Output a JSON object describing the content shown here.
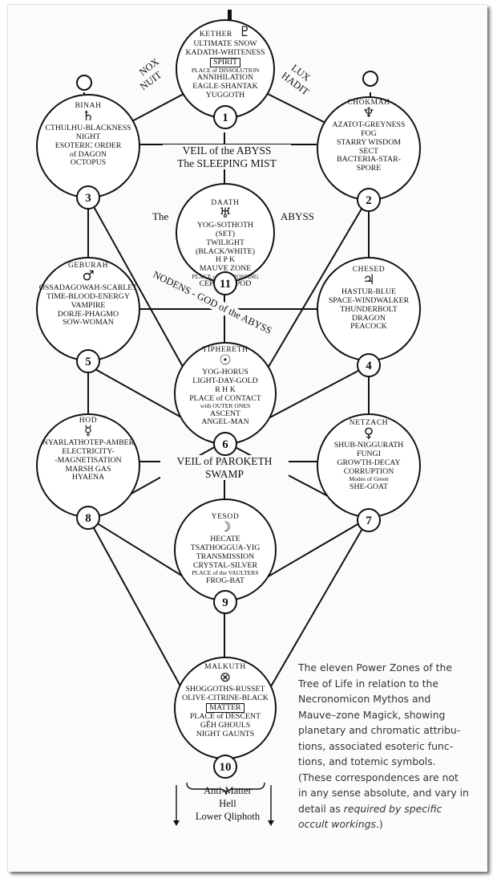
{
  "sephiroth": [
    {
      "id": "kether",
      "number": "1",
      "name": "KETHER",
      "symbol": "♇",
      "lines": [
        "ULTIMATE SNOW",
        "KADATH-WHITENESS",
        "[SPIRIT]",
        "PLACE of DISSOLUTION",
        "ANNIHILATION",
        "EAGLE-SHANTAK",
        "YUGGOTH"
      ]
    },
    {
      "id": "chokmah",
      "number": "2",
      "name": "CHOKMAH",
      "symbol": "♆",
      "lines": [
        "AZATOT-GREYNESS",
        "FOG",
        "STARRY WISDOM",
        "SECT",
        "BACTERIA-STAR-",
        "SPORE"
      ]
    },
    {
      "id": "binah",
      "number": "3",
      "name": "BINAH",
      "symbol": "♄",
      "lines": [
        "CTHULHU-BLACKNESS",
        "NIGHT",
        "ESOTERIC ORDER",
        "of DAGON",
        "OCTOPUS"
      ]
    },
    {
      "id": "chesed",
      "number": "4",
      "name": "CHESED",
      "symbol": "♃",
      "lines": [
        "HASTUR-BLUE",
        "SPACE-WINDWALKER",
        "THUNDERBOLT",
        "DRAGON",
        "PEACOCK"
      ]
    },
    {
      "id": "geburah",
      "number": "5",
      "name": "GEBURAH",
      "symbol": "♂",
      "lines": [
        "OSSADAGOWAH-SCARLET",
        "TIME-BLOOD-ENERGY",
        "VAMPIRE",
        "DORJE-PHAGMO",
        "SOW-WOMAN"
      ]
    },
    {
      "id": "tiphereth",
      "number": "6",
      "name": "TIPHERETH",
      "symbol": "☉",
      "lines": [
        "YOG-HORUS",
        "LIGHT-DAY-GOLD",
        "R    H    K",
        "PLACE of CONTACT",
        "with OUTER ONES",
        "ASCENT",
        "ANGEL-MAN"
      ]
    },
    {
      "id": "netzach",
      "number": "7",
      "name": "NETZACH",
      "symbol": "♀",
      "lines": [
        "SHUB-NIGGURATH",
        "FUNGI",
        "GROWTH-DECAY",
        "CORRUPTION",
        "Modes of Green",
        "SHE-GOAT"
      ]
    },
    {
      "id": "hod",
      "number": "8",
      "name": "HOD",
      "symbol": "☿",
      "lines": [
        "NYARLATHOTEP-AMBER",
        "ELECTRICITY-",
        "-MAGNETISATION",
        "MARSH GAS",
        "HYAENA"
      ]
    },
    {
      "id": "yesod",
      "number": "9",
      "name": "YESOD",
      "symbol": "☽",
      "lines": [
        "HECATE",
        "TSATHOGGUA-YIG",
        "TRANSMISSION",
        "CRYSTAL-SILVER",
        "PLACE of the VAULTERS",
        "FROG-BAT"
      ]
    },
    {
      "id": "malkuth",
      "number": "10",
      "name": "MALKUTH",
      "symbol": "⊗",
      "lines": [
        "SHOGGOTHS-RUSSET",
        "OLIVE-CITRINE-BLACK",
        "[MATTER]",
        "PLACE of DESCENT",
        "GÊH GHOULS",
        "NIGHT GAUNTS"
      ]
    },
    {
      "id": "daath",
      "number": "11",
      "name": "DAATH",
      "symbol": "♅",
      "lines": [
        "YOG-SOTHOTH",
        "(SET)",
        "TWILIGHT",
        "(BLACK/WHITE)",
        "H    P    K",
        "MAUVE ZONE",
        "PLACE of the CROSSING",
        "CEPHALOPOD"
      ]
    }
  ],
  "labels": {
    "nox": "NOX",
    "nuit": "NUIT",
    "lux": "LUX",
    "hadit": "HADIT",
    "veil_abyss_1": "VEIL of the ABYSS",
    "veil_abyss_2": "The SLEEPING MIST",
    "the": "The",
    "abyss": "ABYSS",
    "nodens": "NODENS - GOD of the ABYSS",
    "veil_paroketh_1": "VEIL of PAROKETH",
    "veil_paroketh_2": "SWAMP"
  },
  "bottom": [
    "Anti-Matter",
    "Hell",
    "Lower Qliphoth"
  ],
  "caption": {
    "lines": [
      "The eleven Power Zones of the",
      "Tree of Life in relation to the",
      "Necronomicon Mythos and",
      "Mauve–zone Magick, showing",
      "planetary and chromatic attribu-",
      "tions, associated esoteric func-",
      "tions, and totemic symbols.",
      "(These correspondences are not",
      "in any sense absolute, and vary in"
    ],
    "last_plain": "detail as ",
    "last_italic": "required by specific",
    "final_italic": "occult workings",
    "final_plain": ".)"
  }
}
